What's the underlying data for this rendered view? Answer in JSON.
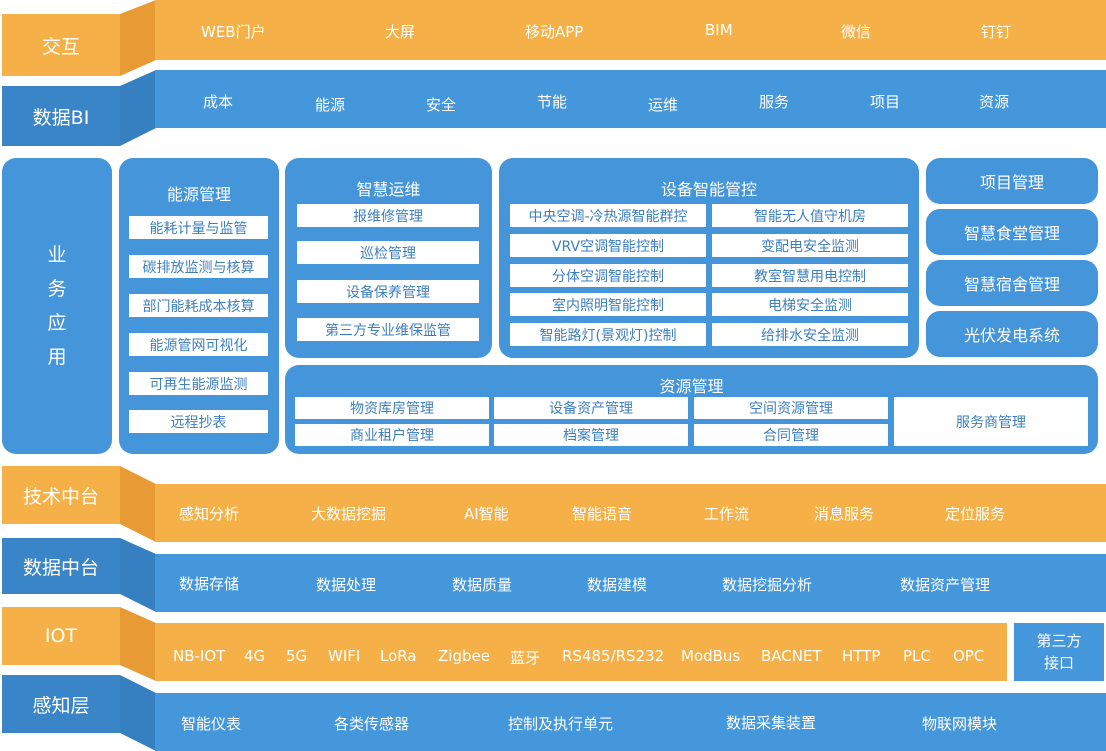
{
  "rows": {
    "interaction": {
      "label": "交互",
      "items": [
        "WEB门户",
        "大屏",
        "移动APP",
        "BIM",
        "微信",
        "钉钉"
      ]
    },
    "data_bi": {
      "label": "数据BI",
      "items": [
        "成本",
        "能源",
        "安全",
        "节能",
        "运维",
        "服务",
        "项目",
        "资源"
      ]
    },
    "business": {
      "label_chars": [
        "业",
        "务",
        "应",
        "用"
      ],
      "energy": {
        "title": "能源管理",
        "items": [
          "能耗计量与监管",
          "碳排放监测与核算",
          "部门能耗成本核算",
          "能源管网可视化",
          "可再生能源监测",
          "远程抄表"
        ]
      },
      "ops": {
        "title": "智慧运维",
        "items": [
          "报维修管理",
          "巡检管理",
          "设备保养管理",
          "第三方专业维保监管"
        ]
      },
      "device": {
        "title": "设备智能管控",
        "left": [
          "中央空调-冷热源智能群控",
          "VRV空调智能控制",
          "分体空调智能控制",
          "室内照明智能控制",
          "智能路灯(景观灯)控制"
        ],
        "right": [
          "智能无人值守机房",
          "变配电安全监测",
          "教室智慧用电控制",
          "电梯安全监测",
          "给排水安全监测"
        ]
      },
      "side": [
        "项目管理",
        "智慧食堂管理",
        "智慧宿舍管理",
        "光伏发电系统"
      ],
      "resource": {
        "title": "资源管理",
        "grid": [
          [
            "物资库房管理",
            "设备资产管理",
            "空间资源管理"
          ],
          [
            "商业租户管理",
            "档案管理",
            "合同管理"
          ]
        ],
        "extra": "服务商管理"
      }
    },
    "tech": {
      "label": "技术中台",
      "items": [
        "感知分析",
        "大数据挖掘",
        "AI智能",
        "智能语音",
        "工作流",
        "消息服务",
        "定位服务"
      ]
    },
    "data_platform": {
      "label": "数据中台",
      "items": [
        "数据存储",
        "数据处理",
        "数据质量",
        "数据建模",
        "数据挖掘分析",
        "数据资产管理"
      ]
    },
    "iot": {
      "label": "IOT",
      "items": [
        "NB-IOT",
        "4G",
        "5G",
        "WIFI",
        "LoRa",
        "Zigbee",
        "蓝牙",
        "RS485/RS232",
        "ModBus",
        "BACNET",
        "HTTP",
        "PLC",
        "OPC"
      ],
      "third_party": [
        "第三方",
        "接口"
      ]
    },
    "perception": {
      "label": "感知层",
      "items": [
        "智能仪表",
        "各类传感器",
        "控制及执行单元",
        "数据采集装置",
        "物联网模块"
      ]
    }
  },
  "colors": {
    "orange": "#f5b048",
    "blue": "#4597dc",
    "white_text": "#ffffff",
    "box_text": "#3d7fc0"
  }
}
